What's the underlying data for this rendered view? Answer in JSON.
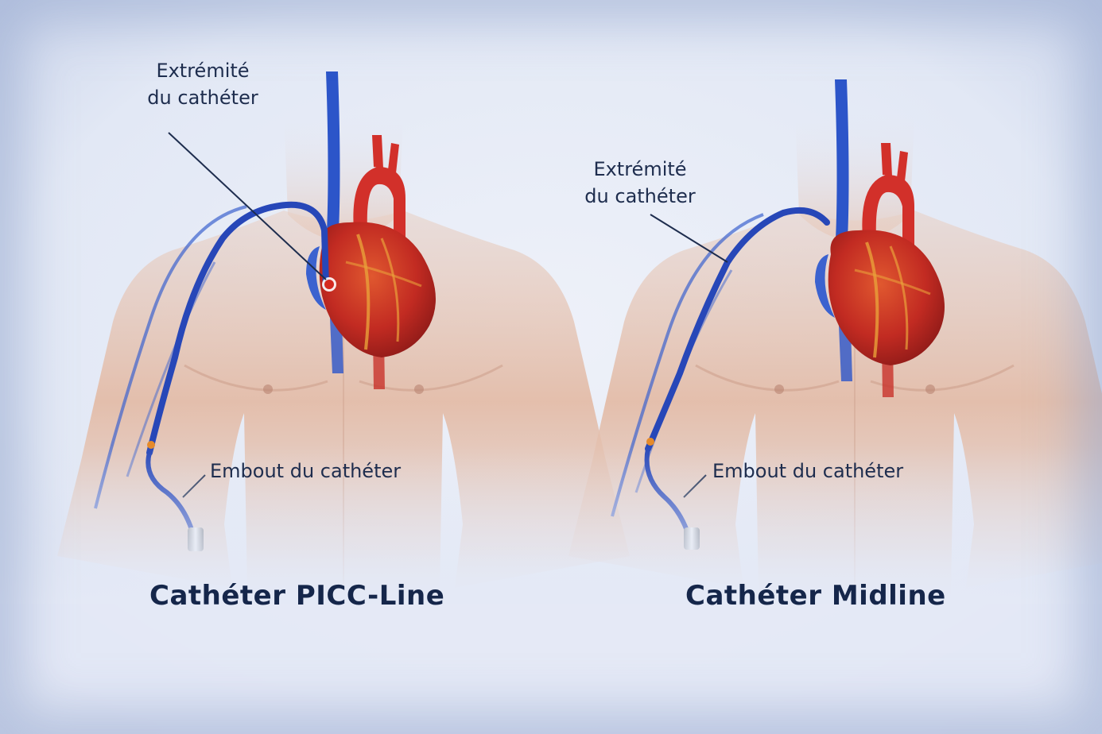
{
  "panels": [
    {
      "id": "picc",
      "tip_label_line1": "Extrémité",
      "tip_label_line2": "du cathéter",
      "hub_label": "Embout du cathéter",
      "title": "Cathéter PICC-Line"
    },
    {
      "id": "midline",
      "tip_label_line1": "Extrémité",
      "tip_label_line2": "du cathéter",
      "hub_label": "Embout du cathéter",
      "title": "Cathéter Midline"
    }
  ],
  "colors": {
    "background": "#dfe5f3",
    "skin": "#e6c3b2",
    "vein": "#2c55c9",
    "catheter": "#2747b8",
    "heart": "#c8322a",
    "artery": "#d2302a",
    "tip_marker": "#d42a20",
    "text": "#1e2d4e"
  },
  "icons": [
    "heart-illustration",
    "catheter-hub-connector"
  ]
}
